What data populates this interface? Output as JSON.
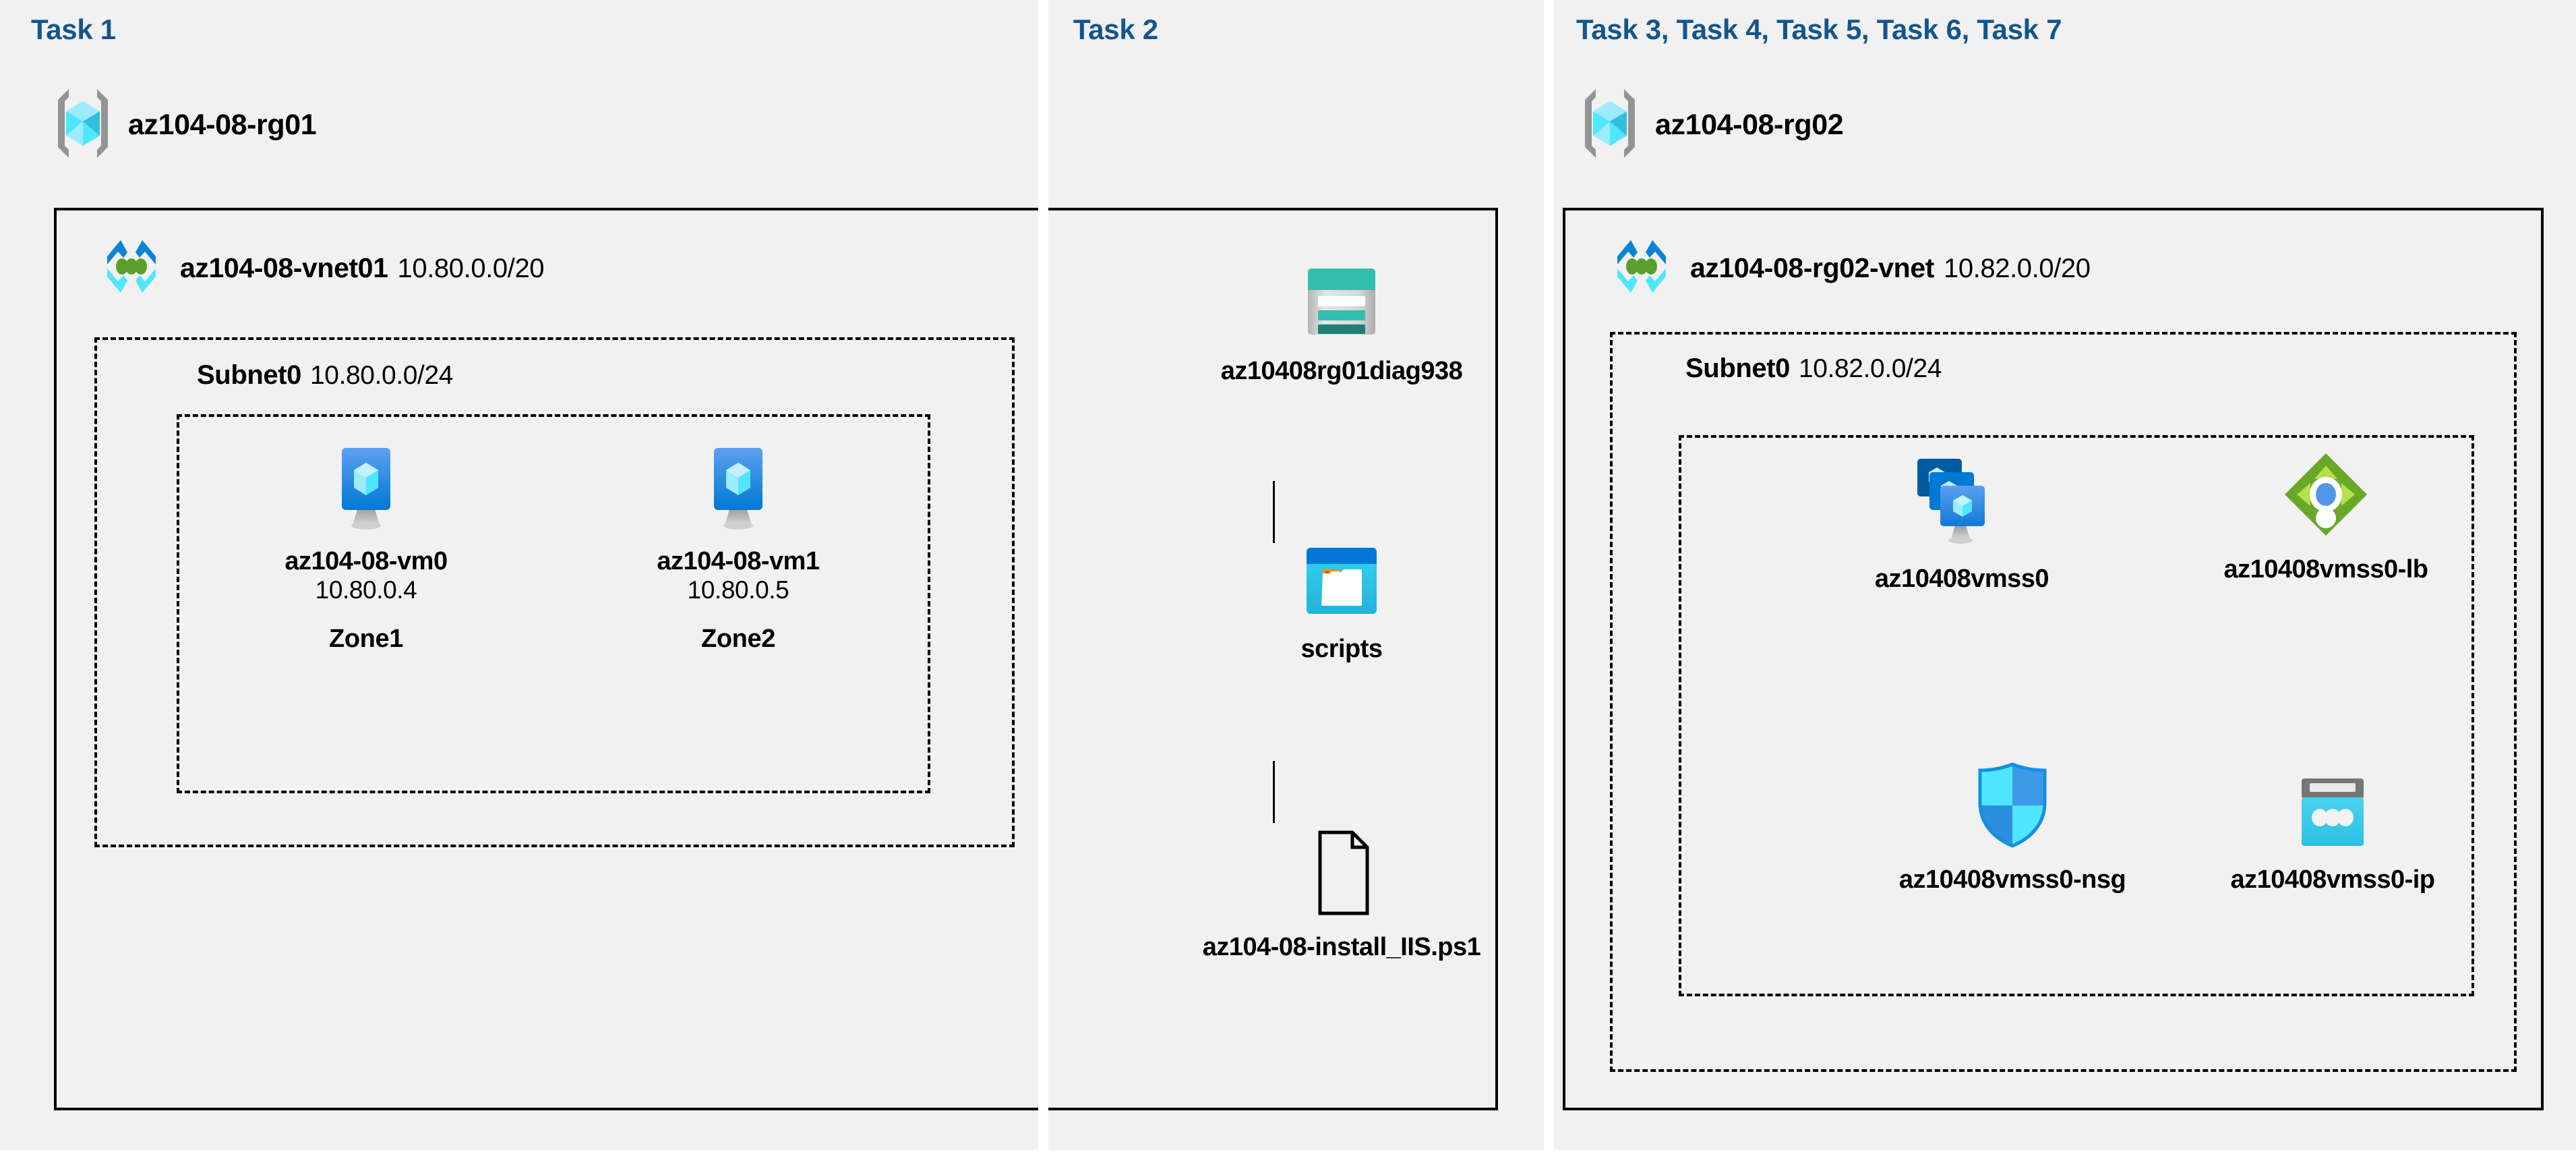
{
  "panels": [
    {
      "task_label": "Task 1"
    },
    {
      "task_label": "Task 2"
    },
    {
      "task_label": "Task 3, Task 4, Task 5, Task 6, Task 7"
    }
  ],
  "resource_groups": [
    {
      "name": "az104-08-rg01",
      "icon": "resource-group-icon"
    },
    {
      "name": "az104-08-rg02",
      "icon": "resource-group-icon"
    }
  ],
  "vnets": [
    {
      "name": "az104-08-vnet01",
      "cidr": "10.80.0.0/20",
      "icon": "virtual-network-icon"
    },
    {
      "name": "az104-08-rg02-vnet",
      "cidr": "10.82.0.0/20",
      "icon": "virtual-network-icon"
    }
  ],
  "subnets": [
    {
      "name": "Subnet0",
      "cidr": "10.80.0.0/24"
    },
    {
      "name": "Subnet0",
      "cidr": "10.82.0.0/24"
    }
  ],
  "virtual_machines": [
    {
      "name": "az104-08-vm0",
      "ip": "10.80.0.4",
      "zone": "Zone1",
      "icon": "virtual-machine-icon"
    },
    {
      "name": "az104-08-vm1",
      "ip": "10.80.0.5",
      "zone": "Zone2",
      "icon": "virtual-machine-icon"
    }
  ],
  "storage": {
    "account": {
      "name": "az10408rg01diag938",
      "icon": "storage-account-icon"
    },
    "container": {
      "name": "scripts",
      "icon": "blob-container-icon"
    },
    "file": {
      "name": "az104-08-install_IIS.ps1",
      "icon": "script-file-icon"
    }
  },
  "scale_set_resources": [
    {
      "name": "az10408vmss0",
      "icon": "vm-scale-set-icon"
    },
    {
      "name": "az10408vmss0-lb",
      "icon": "load-balancer-icon"
    },
    {
      "name": "az10408vmss0-nsg",
      "icon": "network-security-group-icon"
    },
    {
      "name": "az10408vmss0-ip",
      "icon": "public-ip-address-icon"
    }
  ],
  "colors": {
    "task_label": "#14558b",
    "panel_background": "#f1f1f1",
    "border": "#000000",
    "azure_blue": "#0078d4",
    "azure_cyan": "#50e6ff",
    "storage_teal": "#32bfb0",
    "lb_green": "#76bc2d",
    "nsg_blue": "#1490df"
  }
}
